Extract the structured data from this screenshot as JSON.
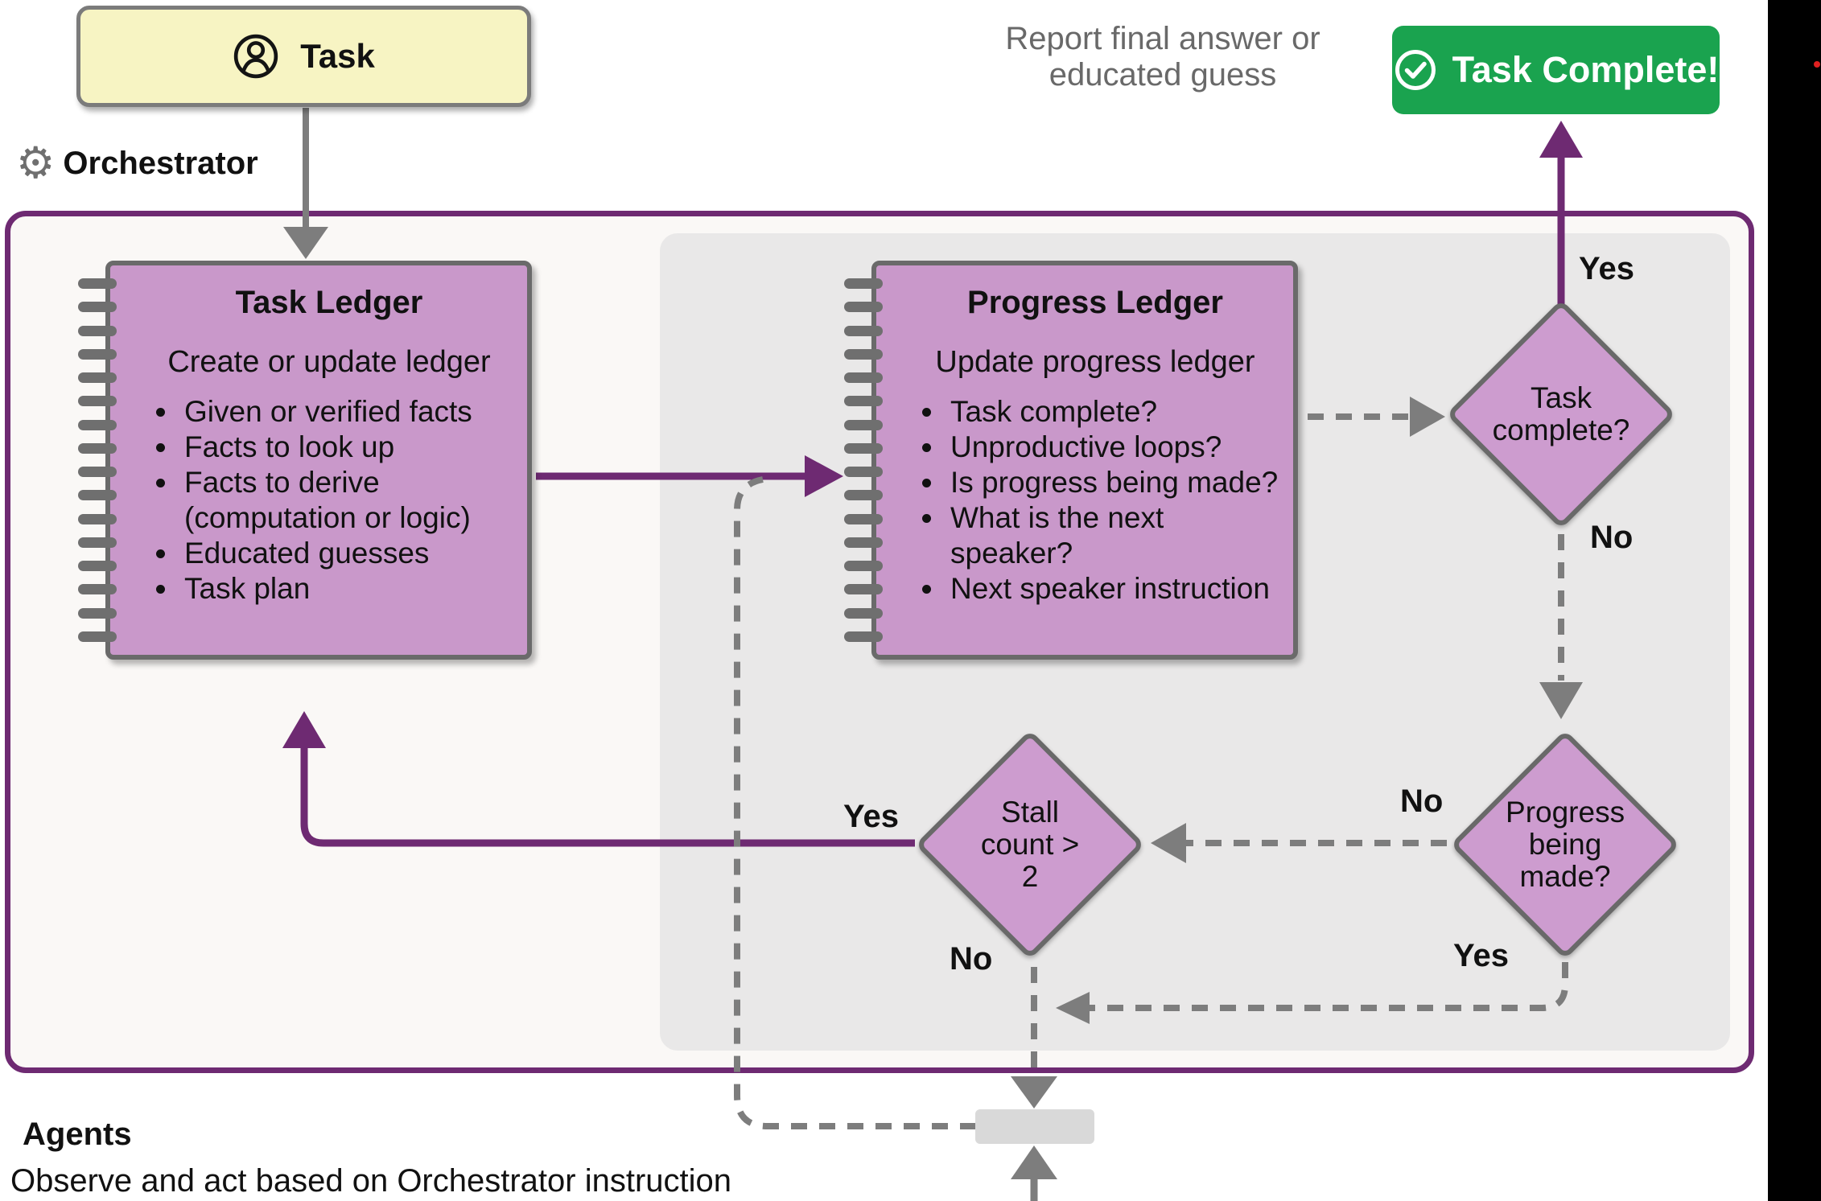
{
  "header": {
    "task_label": "Task",
    "orchestrator_label": "Orchestrator",
    "report_hint": "Report final answer or educated guess",
    "complete_button": "Task Complete!"
  },
  "task_ledger": {
    "title": "Task Ledger",
    "subtitle": "Create or update ledger",
    "items": [
      "Given or verified facts",
      "Facts to look up",
      "Facts to derive (computation or logic)",
      "Educated guesses",
      "Task plan"
    ]
  },
  "progress_ledger": {
    "title": "Progress Ledger",
    "subtitle": "Update progress ledger",
    "items": [
      "Task complete?",
      "Unproductive loops?",
      "Is progress being made?",
      "What is the next speaker?",
      "Next speaker instruction"
    ]
  },
  "decisions": {
    "task_complete": "Task\ncomplete?",
    "progress_made": "Progress\nbeing\nmade?",
    "stall_count": "Stall\ncount >\n2"
  },
  "branch_labels": {
    "task_complete_yes": "Yes",
    "task_complete_no": "No",
    "progress_no": "No",
    "progress_yes": "Yes",
    "stall_yes": "Yes",
    "stall_no": "No"
  },
  "agents": {
    "title": "Agents",
    "subtitle": "Observe and act based on Orchestrator instruction"
  },
  "colors": {
    "accent_purple": "#6e2a72",
    "connector_gray": "#7d7d7d",
    "ledger_fill": "#c998ca",
    "diamond_fill": "#cd9ccf",
    "container_fill": "#faf8f6",
    "panel_fill": "#e9e8e8",
    "task_fill": "#f7f4c3",
    "button_green": "#1aa34f"
  }
}
